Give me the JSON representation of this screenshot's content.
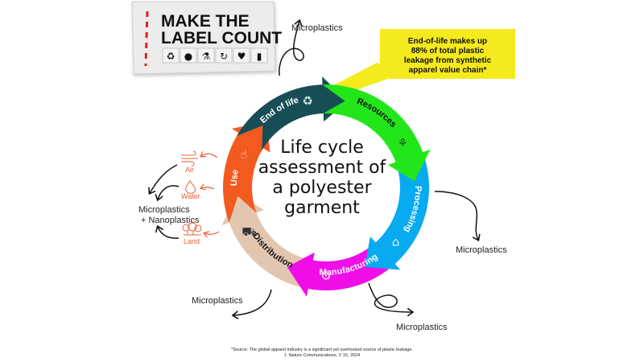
{
  "label_card": {
    "title_line1": "MAKE THE",
    "title_line2": "LABEL COUNT",
    "icons": [
      "recycle-icon",
      "circle-icon",
      "bottle-pour-icon",
      "refresh-icon",
      "heart-icon",
      "bottle-icon"
    ]
  },
  "callout": {
    "lines": [
      "End-of-life makes up",
      "88% of total plastic",
      "leakage from synthetic",
      "apparel value chain*"
    ]
  },
  "center_title": {
    "lines": [
      "Life cycle",
      "assessment of",
      "a polyester",
      "garment"
    ]
  },
  "stages": [
    {
      "label": "End of life",
      "color": "#174e55",
      "icon": "recycle-icon"
    },
    {
      "label": "Resources",
      "color": "#22e61a",
      "icon": "seedling-icon"
    },
    {
      "label": "Processing",
      "color": "#08aaf0",
      "icon": "factory-icon"
    },
    {
      "label": "Manufacturing",
      "color": "#f00ee8",
      "icon": "robot-arm-icon"
    },
    {
      "label": "Distribution",
      "color": "#e3c6b0",
      "icon": "truck-icon"
    },
    {
      "label": "Use",
      "color": "#f25a1f",
      "icon": "hand-pointer-icon"
    }
  ],
  "outputs": {
    "top": "Microplastics",
    "right": "Microplastics",
    "bottom_right": "Microplastics",
    "bottom_left": "Microplastics",
    "left_line1": "Microplastics",
    "left_line2": "+ Nanoplastics"
  },
  "media": [
    {
      "label": "Air",
      "icon": "wind-icon"
    },
    {
      "label": "Water",
      "icon": "water-drop-icon"
    },
    {
      "label": "Land",
      "icon": "trees-icon"
    }
  ],
  "media_color": "#e8603a",
  "footnote": {
    "line1": "*Source: The global apparel industry is a significant yet overlooked source of plastic leakage.",
    "line2": "J. Nature Communications, V 15, 2024"
  }
}
